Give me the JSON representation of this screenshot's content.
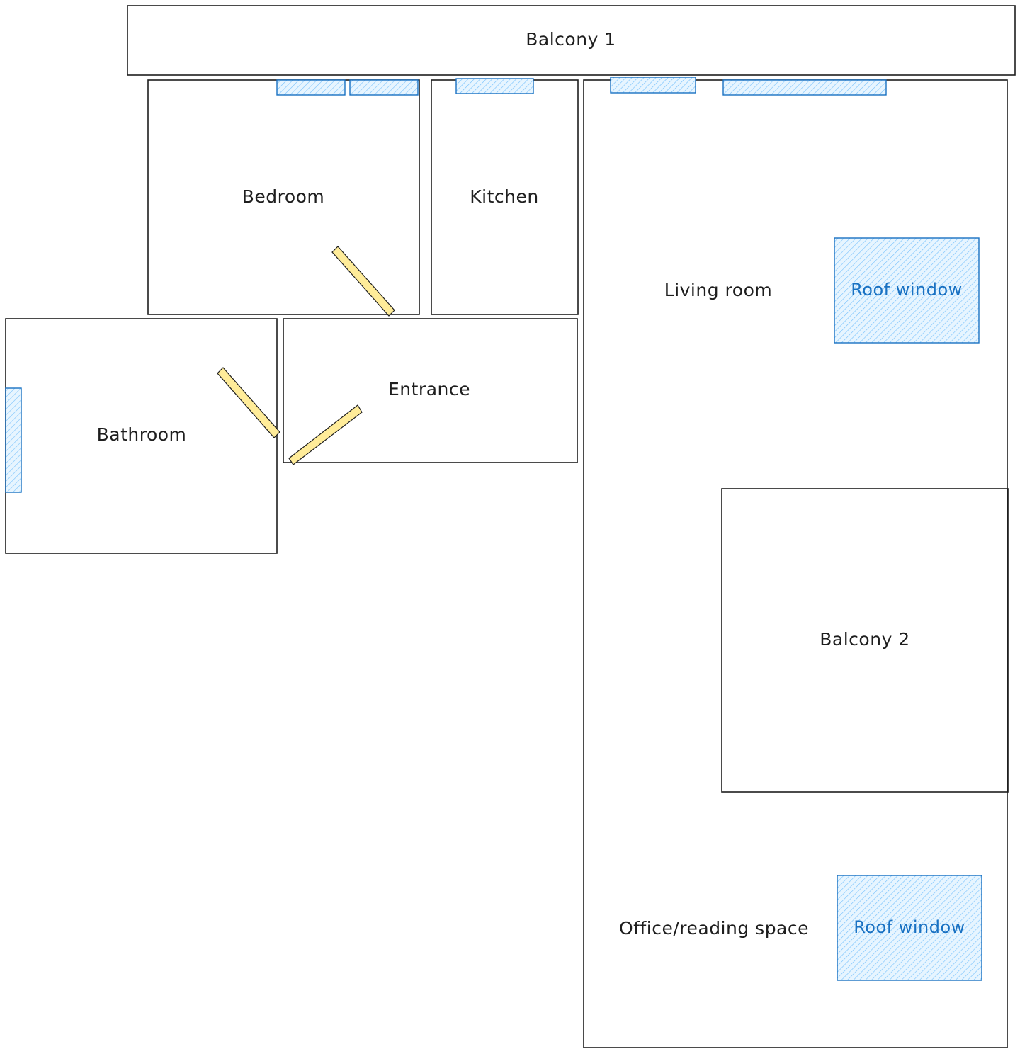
{
  "rooms": {
    "balcony_1": "Balcony 1",
    "bedroom": "Bedroom",
    "kitchen": "Kitchen",
    "living_room": "Living room",
    "entrance": "Entrance",
    "bathroom": "Bathroom",
    "balcony_2": "Balcony 2",
    "office": "Office/reading space"
  },
  "roof_windows": {
    "living_room": "Roof window",
    "office": "Roof window"
  },
  "colors": {
    "stroke": "#1e1e1e",
    "window": "#1971c2",
    "door": "#ffec99"
  }
}
